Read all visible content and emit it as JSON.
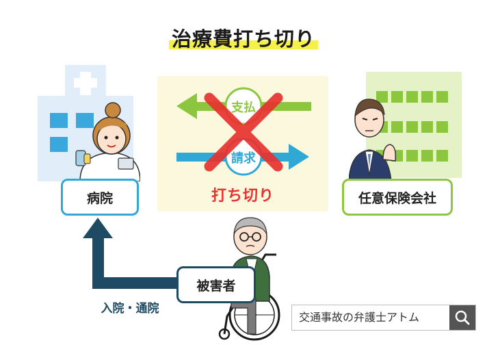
{
  "title": "治療費打ち切り",
  "hospital_label": "病院",
  "insurer_label": "任意保険会社",
  "victim_label": "被害者",
  "payment_label": "支払",
  "claim_label": "請求",
  "cutoff_label": "打ち切り",
  "visit_label": "入院・通院",
  "search": {
    "placeholder": "交通事故の弁護士アトム"
  },
  "colors": {
    "green": "#8cc63f",
    "blue": "#2fa8d6",
    "red": "#e8322f",
    "navy": "#1f4a63",
    "highlight": "#f5f04a",
    "panel": "#fcf8de"
  }
}
